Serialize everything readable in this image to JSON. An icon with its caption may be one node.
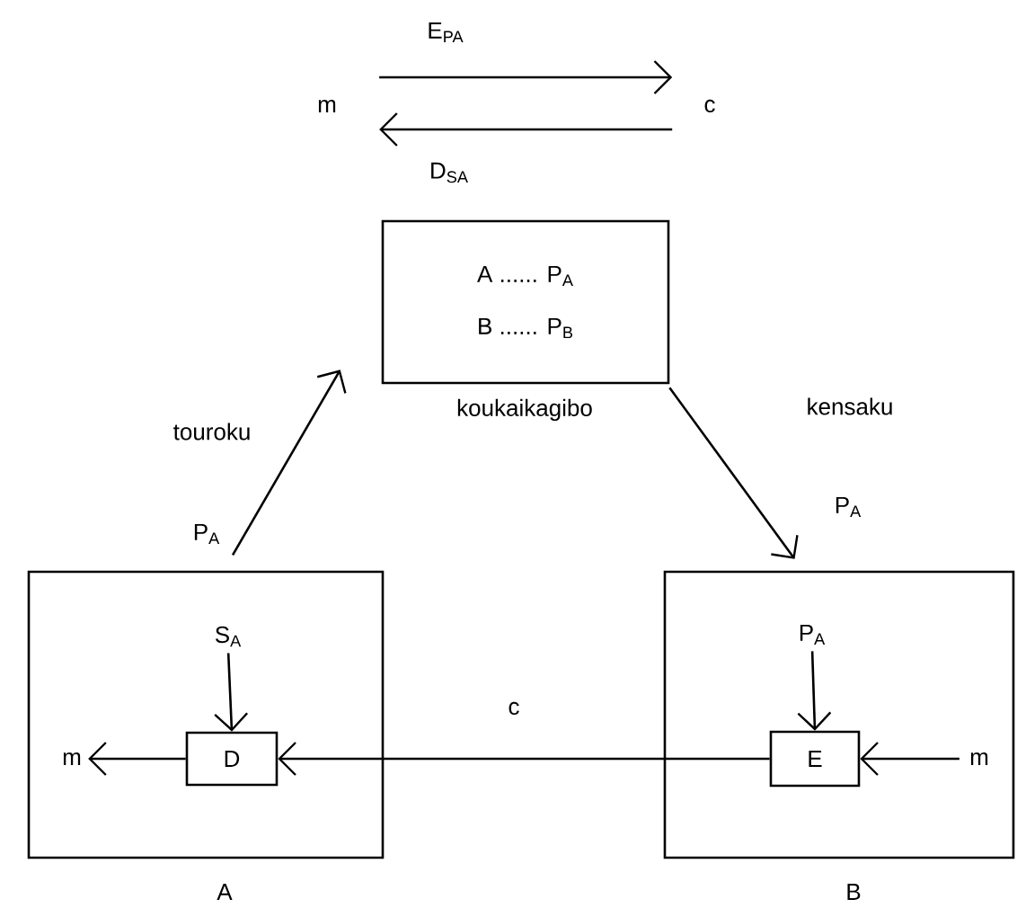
{
  "diagram": {
    "nodes": [
      {
        "text": [
          "m"
        ]
      },
      {
        "text": [
          "c"
        ]
      },
      {
        "text": [
          "A ...... P$_{A}$",
          "B ...... P$_{B}$"
        ],
        "beside": [
          "koukaikagibo"
        ]
      },
      {
        "text": [],
        "shape": "box",
        "beside": [
          "A"
        ]
      },
      {
        "text": [],
        "shape": "box",
        "beside": [
          "B"
        ]
      },
      {
        "text": [
          "D"
        ],
        "in": 3
      },
      {
        "text": [
          "E"
        ],
        "in": 4
      },
      {
        "text": [
          "S$_{A}$"
        ],
        "in": 3
      },
      {
        "text": [
          "m"
        ],
        "in": 3
      },
      {
        "text": [
          "P$_{A}$"
        ],
        "in": 4
      },
      {
        "text": [
          "m"
        ],
        "in": 4
      }
    ],
    "edges": [
      {
        "from": 0,
        "to": 1,
        "arrow": "to",
        "label": "E$_{PA}$"
      },
      {
        "from": 1,
        "to": 0,
        "arrow": "to",
        "label": "D$_{SA}$"
      },
      {
        "from": 3,
        "to": 2,
        "arrow": "to",
        "label": "touroku"
      },
      {
        "from": 2,
        "to": 4,
        "arrow": "to",
        "label": "kensaku"
      },
      {
        "from": 7,
        "to": 5,
        "arrow": "to"
      },
      {
        "from": 5,
        "to": 8,
        "arrow": "to"
      },
      {
        "from": 6,
        "to": 5,
        "arrow": "to",
        "label": "c"
      },
      {
        "from": 9,
        "to": 6,
        "arrow": "to"
      },
      {
        "from": 10,
        "to": 6,
        "arrow": "to"
      }
    ],
    "labels": [
      "P$_{A}$",
      "P$_{A}$"
    ]
  }
}
